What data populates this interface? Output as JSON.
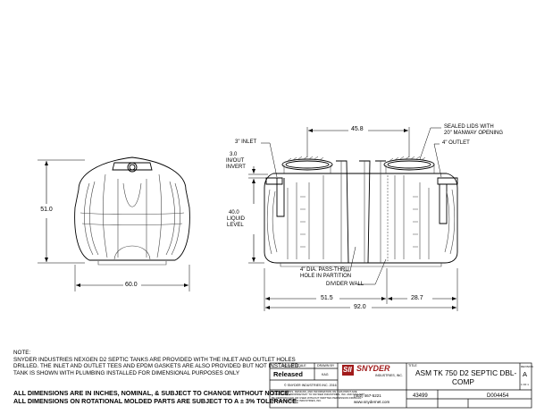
{
  "side_view": {
    "height_dim": "51.0",
    "width_dim": "60.0"
  },
  "front_view": {
    "top_dim": "45.8",
    "inlet_label": "3\" INLET",
    "invert_label_1": "3.0",
    "invert_label_2": "IN/OUT",
    "invert_label_3": "INVERT",
    "liquid_label_1": "40.0",
    "liquid_label_2": "LIQUID",
    "liquid_label_3": "LEVEL",
    "sealed_lids_1": "SEALED LIDS WITH",
    "sealed_lids_2": "20\" MANWAY OPENING",
    "outlet_label": "4\" OUTLET",
    "passthru_1": "4\" DIA. PASS-THRU",
    "passthru_2": "HOLE IN PARTITION",
    "divider_label": "DIVIDER WALL",
    "dim_left": "51.5",
    "dim_right": "28.7",
    "dim_total": "92.0"
  },
  "notes": {
    "heading": "NOTE:",
    "lines": [
      "SNYDER INDUSTRIES NEXGEN D2 SEPTIC TANKS ARE PROVIDED WITH THE INLET AND OUTLET HOLES",
      "DRILLED. THE INLET AND OUTLET TEES AND EPDM GASKETS ARE ALSO PROVIDED BUT NOT INSTALLED.",
      "TANK IS SHOWN WITH PLUMBING INSTALLED FOR DIMENSIONAL PURPOSES ONLY"
    ],
    "footer_1": "ALL DIMENSIONS ARE IN INCHES, NOMINAL, & SUBJECT TO CHANGE WITHOUT NOTICE.",
    "footer_2": "ALL DIMENSIONS ON ROTATIONAL MOLDED PARTS ARE SUBJECT TO A ± 3% TOLERANCE."
  },
  "title_block": {
    "do_not_scale": "DO NOT SCALE",
    "drawn_by_label": "DRAWN BY",
    "drawn_by": "KAG",
    "status": "Released",
    "copyright": "© SNYDER INDUSTRIES INC. 2016",
    "legal_1": "ALL DIMENSIONS, DESIGNS, AND INFORMATION ON THIS PRINT ARE",
    "legal_2": "CONSIDERED PROPRIETARY TO SNYDER INDUSTRIES, INC. AND MAY NOT",
    "legal_3": "BE REPRODUCED OR USED WITHOUT WRITTEN PERMISSION FROM AN",
    "legal_4": "OFFICER OF SNYDER INDUSTRIES, INC.",
    "company_mark": "SII",
    "company_name": "SNYDER",
    "company_sub": "INDUSTRIES, INC.",
    "phone": "(402) 467-5221",
    "website": "www.snydernet.com",
    "title_label": "TITLE",
    "title_1": "ASM TK 750 D2 SEPTIC DBL-",
    "title_2": "COMP",
    "part_no": "43499",
    "drawing_no": "D004454",
    "revision_label": "REVISION",
    "revision": "A",
    "sheet": "1 OF 1"
  }
}
